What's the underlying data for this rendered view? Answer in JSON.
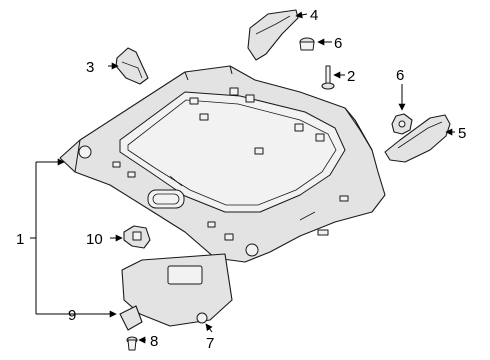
{
  "diagram": {
    "callouts": [
      {
        "id": "c1",
        "label": "1"
      },
      {
        "id": "c2",
        "label": "2"
      },
      {
        "id": "c3",
        "label": "3"
      },
      {
        "id": "c4",
        "label": "4"
      },
      {
        "id": "c5",
        "label": "5"
      },
      {
        "id": "c6a",
        "label": "6"
      },
      {
        "id": "c6b",
        "label": "6"
      },
      {
        "id": "c7",
        "label": "7"
      },
      {
        "id": "c8",
        "label": "8"
      },
      {
        "id": "c9",
        "label": "9"
      },
      {
        "id": "c10",
        "label": "10"
      }
    ]
  }
}
